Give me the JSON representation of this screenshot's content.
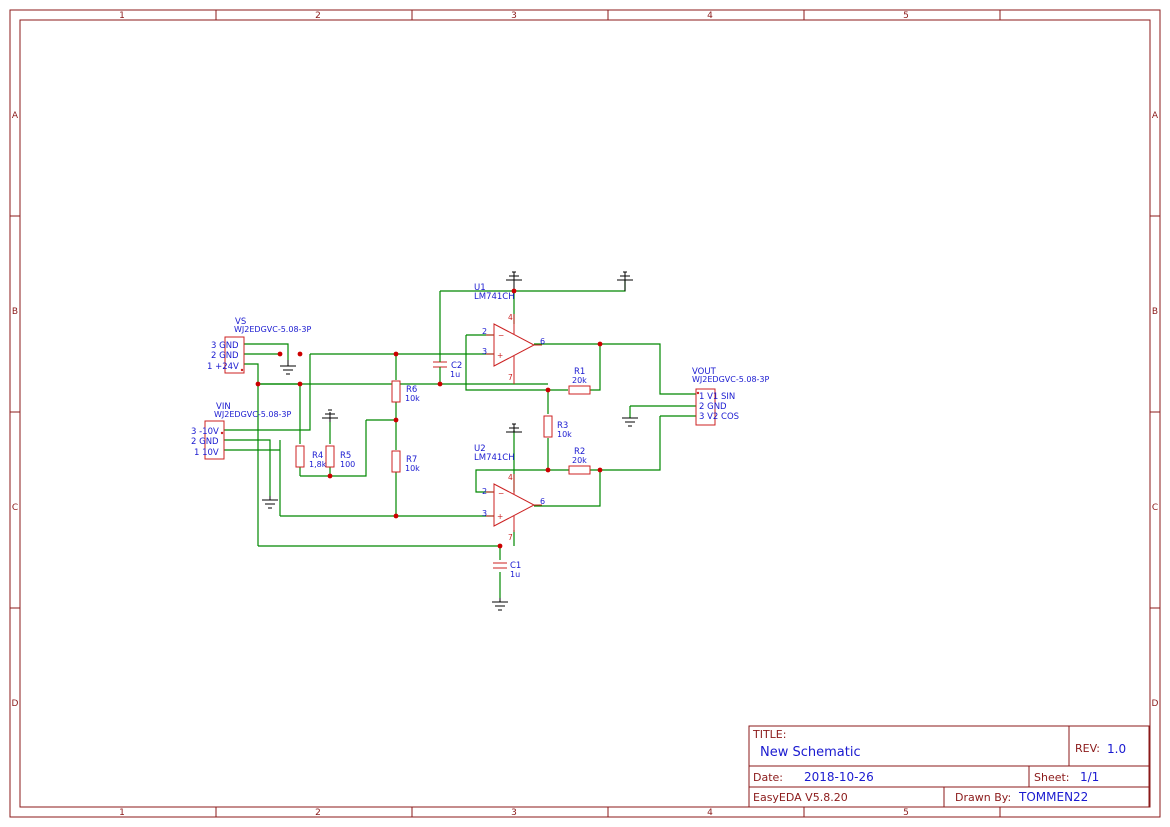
{
  "frame": {
    "columns": [
      "1",
      "2",
      "3",
      "4",
      "5"
    ],
    "rows": [
      "A",
      "B",
      "C",
      "D"
    ]
  },
  "components": {
    "u1": {
      "ref": "U1",
      "value": "LM741CH",
      "pins": {
        "p2": "2",
        "p3": "3",
        "p4": "4",
        "p6": "6",
        "p7": "7"
      }
    },
    "u2": {
      "ref": "U2",
      "value": "LM741CH",
      "pins": {
        "p2": "2",
        "p3": "3",
        "p4": "4",
        "p6": "6",
        "p7": "7"
      }
    },
    "vs": {
      "ref": "VS",
      "value": "WJ2EDGVC-5.08-3P",
      "pins": [
        "3 GND",
        "2 GND",
        "1 +24V"
      ]
    },
    "vin": {
      "ref": "VIN",
      "value": "WJ2EDGVC-5.08-3P",
      "pins": [
        "3 -10V",
        "2 GND",
        "1 10V"
      ]
    },
    "vout": {
      "ref": "VOUT",
      "value": "WJ2EDGVC-5.08-3P",
      "pins": [
        "1 V1 SIN",
        "2 GND",
        "3 V2 COS"
      ]
    },
    "r1": {
      "ref": "R1",
      "value": "20k"
    },
    "r2": {
      "ref": "R2",
      "value": "20k"
    },
    "r3": {
      "ref": "R3",
      "value": "10k"
    },
    "r4": {
      "ref": "R4",
      "value": "1,8k"
    },
    "r5": {
      "ref": "R5",
      "value": "100"
    },
    "r6": {
      "ref": "R6",
      "value": "10k"
    },
    "r7": {
      "ref": "R7",
      "value": "10k"
    },
    "c1": {
      "ref": "C1",
      "value": "1u"
    },
    "c2": {
      "ref": "C2",
      "value": "1u"
    }
  },
  "title_block": {
    "title_caption": "TITLE:",
    "title": "New Schematic",
    "rev_caption": "REV:",
    "rev": "1.0",
    "date_caption": "Date:",
    "date": "2018-10-26",
    "sheet_caption": "Sheet:",
    "sheet": "1/1",
    "software": "EasyEDA V5.8.20",
    "drawn_by_caption": "Drawn By:",
    "drawn_by": "TOMMEN22"
  },
  "colors": {
    "frame": "#8b1a1a",
    "wire": "#008800",
    "part": "#cc2222",
    "label": "#1a1ad0",
    "junction": "#cc0000"
  }
}
